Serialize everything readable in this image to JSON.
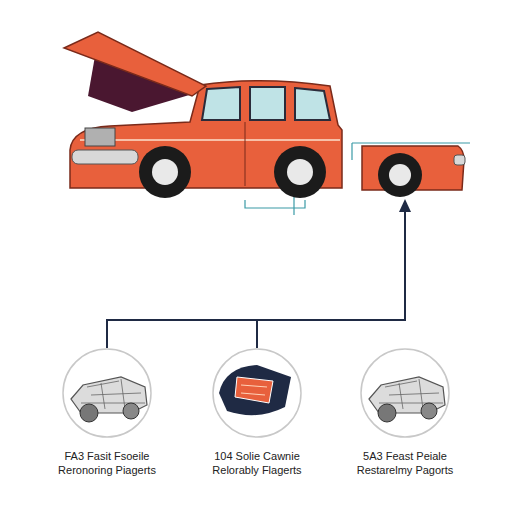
{
  "diagram": {
    "nodes": [
      {
        "text": [
          "FA3 Fasit Fsoeile Reronoring Piagerts"
        ]
      },
      {
        "text": [
          "104 Solie Cawnie Relorably Flagerts"
        ]
      },
      {
        "text": [
          "5A3 Feast Peiale Restarelmy Pagorts"
        ]
      }
    ]
  }
}
